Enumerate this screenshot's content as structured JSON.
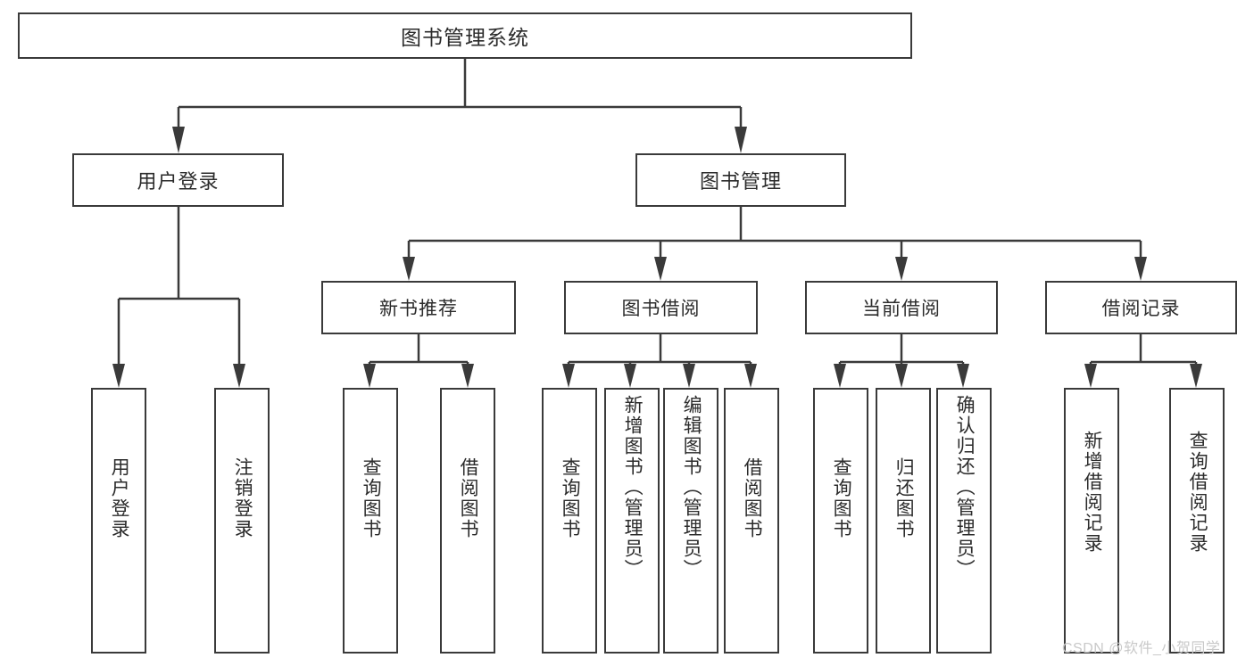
{
  "diagram": {
    "title": "图书管理系统",
    "type": "hierarchy-tree",
    "levels": 4,
    "root": {
      "label": "图书管理系统"
    },
    "level2": [
      {
        "label": "用户登录"
      },
      {
        "label": "图书管理"
      }
    ],
    "level3": [
      {
        "label": "新书推荐"
      },
      {
        "label": "图书借阅"
      },
      {
        "label": "当前借阅"
      },
      {
        "label": "借阅记录"
      }
    ],
    "leaves": {
      "user_login": [
        {
          "label": "用户登录"
        },
        {
          "label": "注销登录"
        }
      ],
      "new_book_recommend": [
        {
          "label": "查询图书"
        },
        {
          "label": "借阅图书"
        }
      ],
      "book_borrow": [
        {
          "label": "查询图书"
        },
        {
          "label": "新增图书（管理员）"
        },
        {
          "label": "编辑图书（管理员）"
        },
        {
          "label": "借阅图书"
        }
      ],
      "current_borrow": [
        {
          "label": "查询图书"
        },
        {
          "label": "归还图书"
        },
        {
          "label": "确认归还（管理员）"
        }
      ],
      "borrow_record": [
        {
          "label": "新增借阅记录"
        },
        {
          "label": "查询借阅记录"
        }
      ]
    }
  },
  "watermark": {
    "text": "CSDN @软件_小贺同学"
  },
  "colors": {
    "border": "#3a3a3a",
    "text": "#2b2b2b",
    "background": "#ffffff",
    "watermark": "#c9c9c9"
  }
}
